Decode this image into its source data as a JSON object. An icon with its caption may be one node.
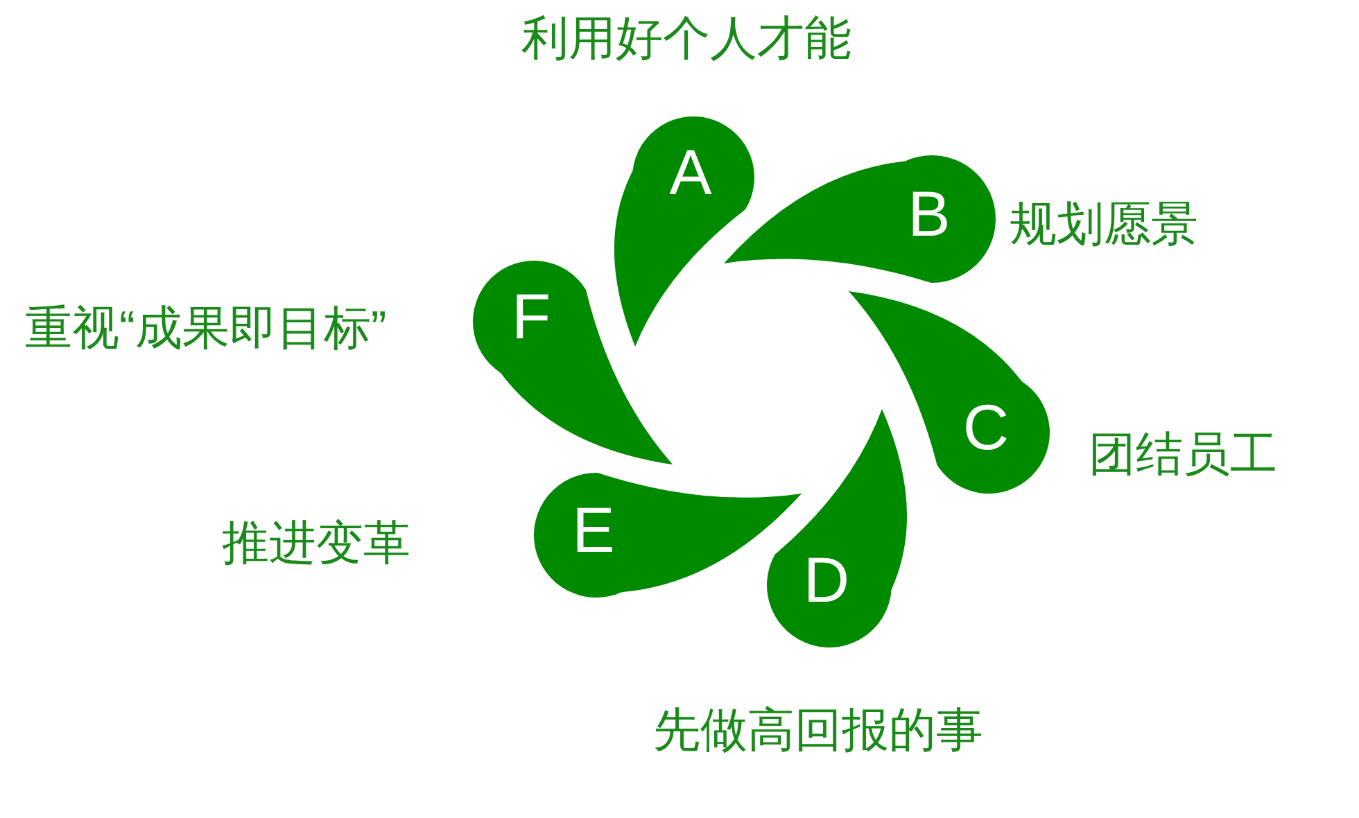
{
  "diagram": {
    "nodes": [
      {
        "text": [
          "A"
        ],
        "beside": [
          "利用好个人才能"
        ]
      },
      {
        "text": [
          "B"
        ],
        "beside": [
          "规划愿景"
        ]
      },
      {
        "text": [
          "C"
        ],
        "beside": [
          "团结员工"
        ]
      },
      {
        "text": [
          "D"
        ],
        "beside": [
          "先做高回报的事"
        ]
      },
      {
        "text": [
          "E"
        ],
        "beside": [
          "推进变革"
        ]
      },
      {
        "text": [
          "F"
        ],
        "beside": [
          "重视“成果即目标”"
        ]
      }
    ]
  }
}
